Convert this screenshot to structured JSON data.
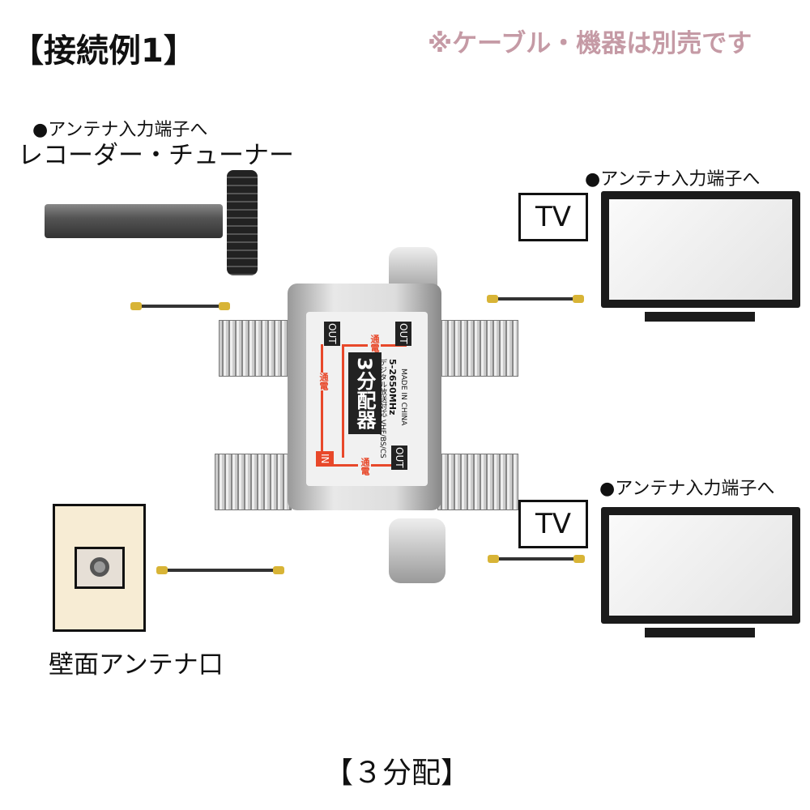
{
  "title": "【接続例1】",
  "note": "※ケーブル・機器は別売です",
  "recorder": {
    "sub": "●アンテナ入力端子へ",
    "name": "レコーダー・チューナー"
  },
  "tv_top": {
    "sub": "●アンテナ入力端子へ",
    "label": "TV"
  },
  "tv_bottom": {
    "sub": "●アンテナ入力端子へ",
    "label": "TV"
  },
  "wall": {
    "label": "壁面アンテナ口"
  },
  "splitter": {
    "name": "3分配器",
    "spec1": "デジタル放送対応 VHF/BS/CS",
    "spec2": "5-2650MHz",
    "origin": "MADE IN CHINA",
    "out": "OUT",
    "in": "IN",
    "pass": "通電"
  },
  "caption": "【３分配】"
}
